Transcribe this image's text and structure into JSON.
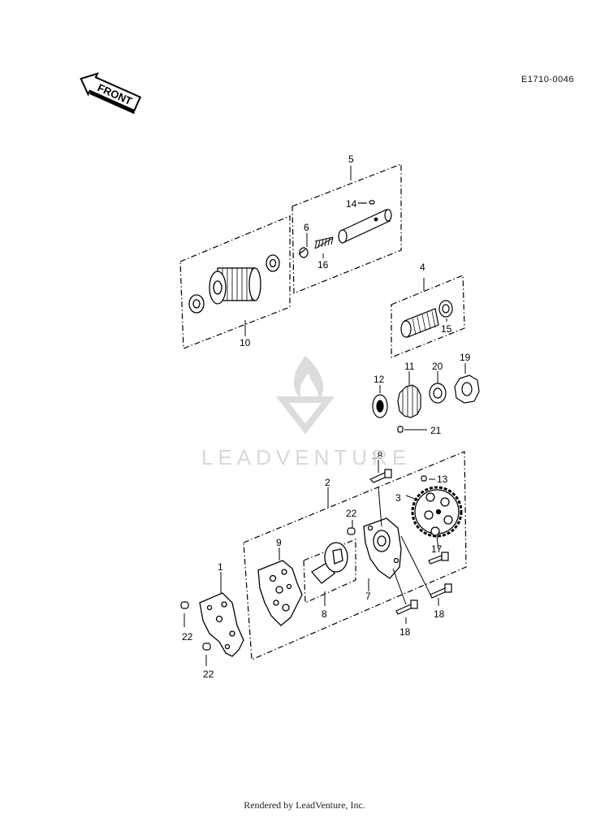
{
  "header": {
    "diagram_code": "E1710-0046"
  },
  "front_arrow": {
    "label": "FRONT"
  },
  "watermark": {
    "brand": "LEADVENTURE"
  },
  "footer": {
    "text": "Rendered by LeadVenture, Inc."
  },
  "callouts": {
    "c1": "1",
    "c2": "2",
    "c3": "3",
    "c4": "4",
    "c5": "5",
    "c6": "6",
    "c7": "7",
    "c8": "8",
    "c9": "9",
    "c10": "10",
    "c11": "11",
    "c12": "12",
    "c13": "13",
    "c14": "14",
    "c15": "15",
    "c16": "16",
    "c17": "17",
    "c18a": "18",
    "c18b": "18",
    "c18c": "18",
    "c19": "19",
    "c20": "20",
    "c21": "21",
    "c22a": "22",
    "c22b": "22",
    "c22c": "22"
  }
}
